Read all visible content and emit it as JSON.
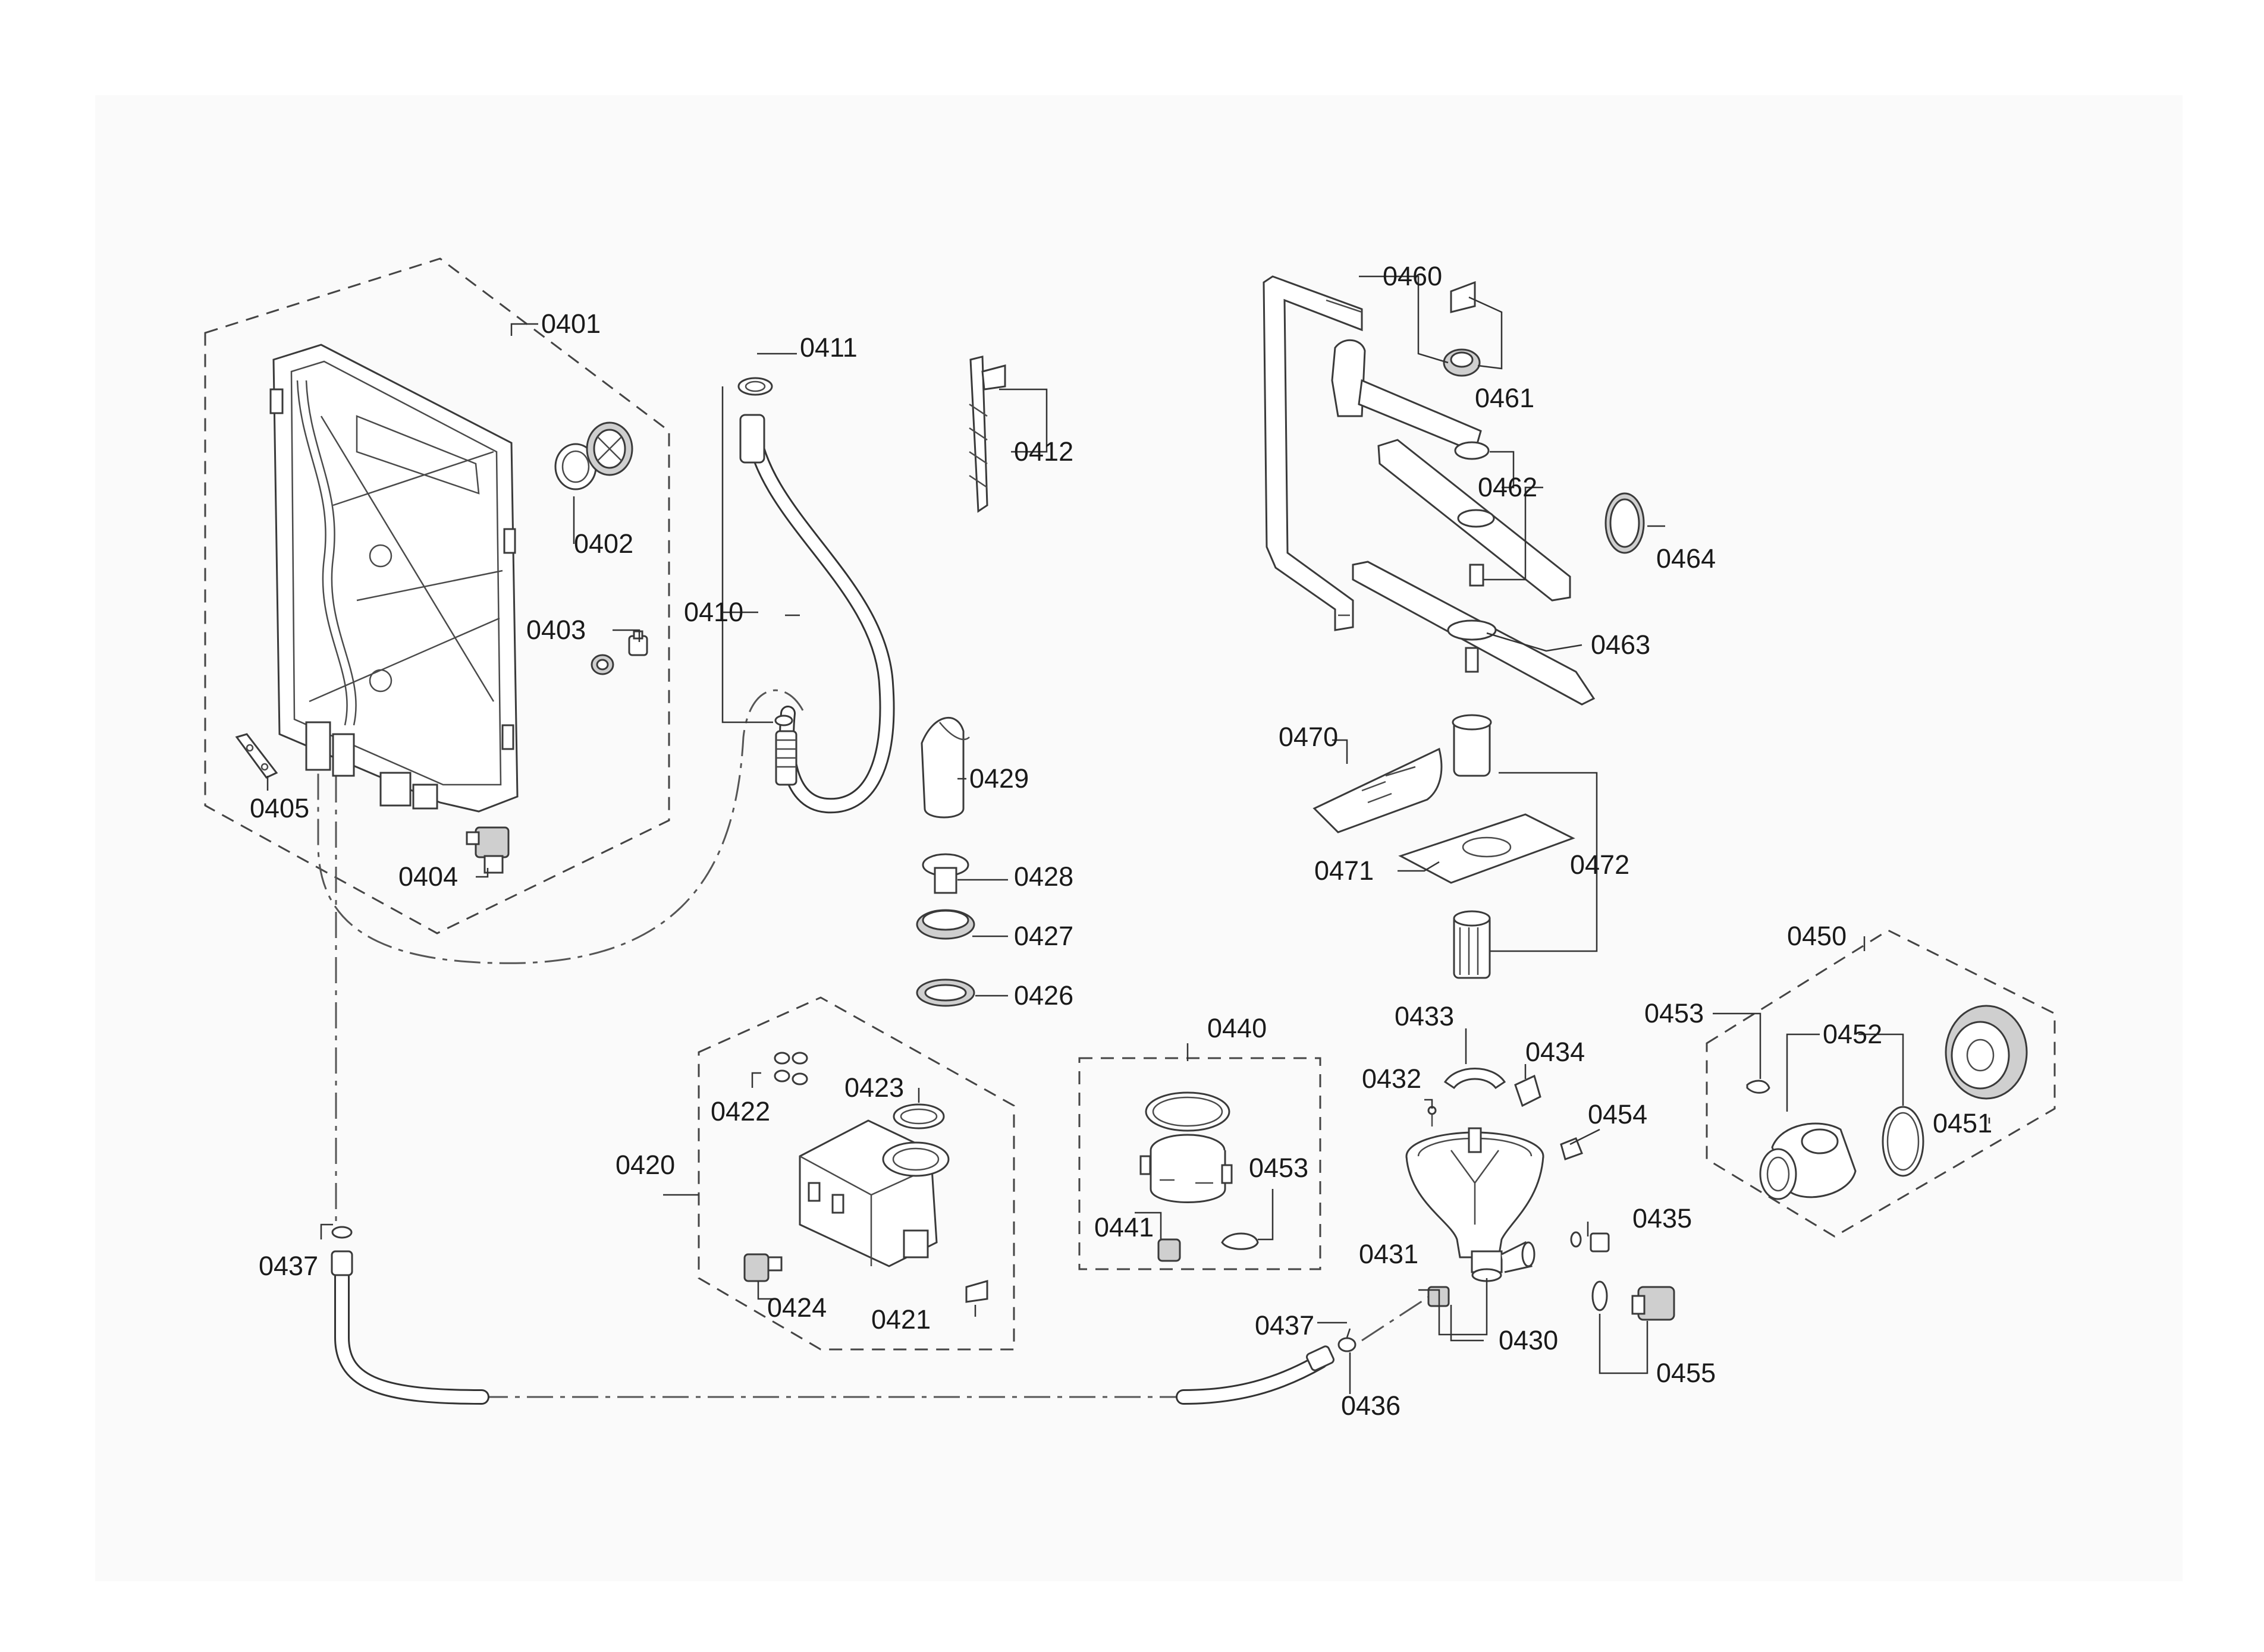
{
  "diagram": {
    "parts": [
      {
        "id": "p0401",
        "label": "0401"
      },
      {
        "id": "p0402",
        "label": "0402"
      },
      {
        "id": "p0403",
        "label": "0403"
      },
      {
        "id": "p0404",
        "label": "0404"
      },
      {
        "id": "p0405",
        "label": "0405"
      },
      {
        "id": "p0410",
        "label": "0410"
      },
      {
        "id": "p0411",
        "label": "0411"
      },
      {
        "id": "p0412",
        "label": "0412"
      },
      {
        "id": "p0420",
        "label": "0420"
      },
      {
        "id": "p0421",
        "label": "0421"
      },
      {
        "id": "p0422",
        "label": "0422"
      },
      {
        "id": "p0423",
        "label": "0423"
      },
      {
        "id": "p0424",
        "label": "0424"
      },
      {
        "id": "p0426",
        "label": "0426"
      },
      {
        "id": "p0427",
        "label": "0427"
      },
      {
        "id": "p0428",
        "label": "0428"
      },
      {
        "id": "p0429",
        "label": "0429"
      },
      {
        "id": "p0430",
        "label": "0430"
      },
      {
        "id": "p0431",
        "label": "0431"
      },
      {
        "id": "p0432",
        "label": "0432"
      },
      {
        "id": "p0433",
        "label": "0433"
      },
      {
        "id": "p0434",
        "label": "0434"
      },
      {
        "id": "p0435",
        "label": "0435"
      },
      {
        "id": "p0436",
        "label": "0436"
      },
      {
        "id": "p0437a",
        "label": "0437"
      },
      {
        "id": "p0437b",
        "label": "0437"
      },
      {
        "id": "p0440",
        "label": "0440"
      },
      {
        "id": "p0441",
        "label": "0441"
      },
      {
        "id": "p0450",
        "label": "0450"
      },
      {
        "id": "p0451",
        "label": "0451"
      },
      {
        "id": "p0452",
        "label": "0452"
      },
      {
        "id": "p0453a",
        "label": "0453"
      },
      {
        "id": "p0453b",
        "label": "0453"
      },
      {
        "id": "p0454",
        "label": "0454"
      },
      {
        "id": "p0455",
        "label": "0455"
      },
      {
        "id": "p0460",
        "label": "0460"
      },
      {
        "id": "p0461",
        "label": "0461"
      },
      {
        "id": "p0462",
        "label": "0462"
      },
      {
        "id": "p0463",
        "label": "0463"
      },
      {
        "id": "p0464",
        "label": "0464"
      },
      {
        "id": "p0470",
        "label": "0470"
      },
      {
        "id": "p0471",
        "label": "0471"
      },
      {
        "id": "p0472",
        "label": "0472"
      }
    ]
  }
}
